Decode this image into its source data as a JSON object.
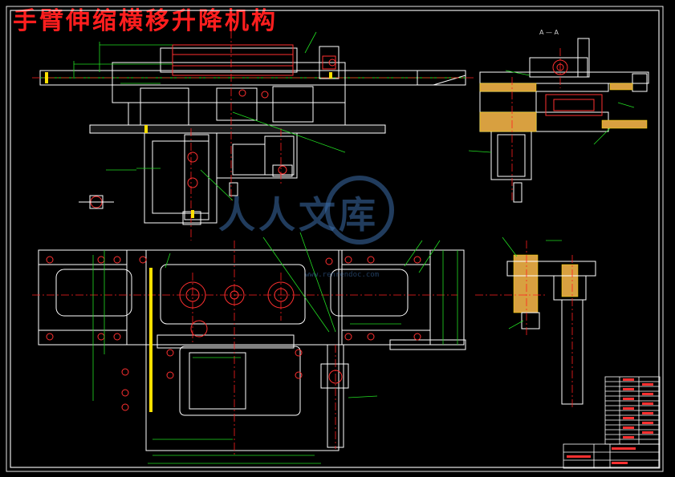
{
  "title": "手臂伸缩横移升降机构",
  "section_label": "A — A",
  "watermark": {
    "text": "人人文库",
    "sub": "www.renrendoc.com"
  },
  "colors": {
    "background": "#000000",
    "frame": "#e8e8e8",
    "part_white": "#ffffff",
    "centerline": "#ff2020",
    "dimension": "#22dd22",
    "hidden": "#00e0ff",
    "hatch": "#ffe000",
    "circle": "#ff3030",
    "title_text": "#ff1e1e"
  },
  "title_block": {
    "rows": 14,
    "note": "parts list + title block, bottom right"
  }
}
